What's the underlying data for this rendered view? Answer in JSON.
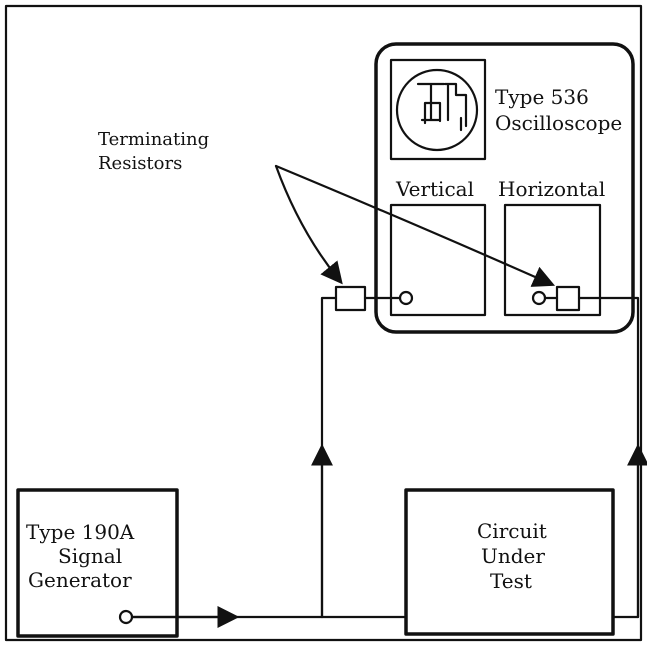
{
  "labels": {
    "terminating_1": "Terminating",
    "terminating_2": "Resistors",
    "scope_1": "Type 536",
    "scope_2": "Oscilloscope",
    "vertical": "Vertical",
    "horizontal": "Horizontal",
    "generator_1": "Type 190A",
    "generator_2": "Signal",
    "generator_3": "Generator",
    "circuit_1": "Circuit",
    "circuit_2": "Under",
    "circuit_3": "Test"
  }
}
